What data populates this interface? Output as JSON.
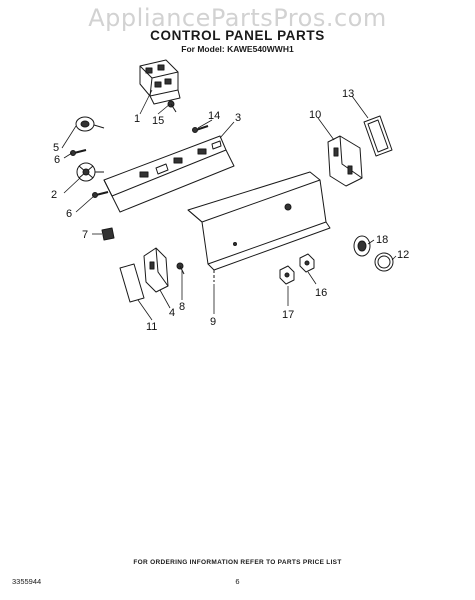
{
  "header": {
    "watermark": "AppliancePartsPros.com",
    "title": "CONTROL PANEL PARTS",
    "model": "For Model: KAWE540WWH1"
  },
  "callouts": {
    "c1": "1",
    "c2": "2",
    "c3": "3",
    "c4": "4",
    "c5": "5",
    "c6a": "6",
    "c6b": "6",
    "c7": "7",
    "c8": "8",
    "c9": "9",
    "c10": "10",
    "c11": "11",
    "c12": "12",
    "c13": "13",
    "c14": "14",
    "c15": "15",
    "c16": "16",
    "c17": "17",
    "c18": "18"
  },
  "footer": {
    "note": "FOR ORDERING INFORMATION REFER TO PARTS PRICE LIST",
    "doc_number": "3355944",
    "page": "6"
  }
}
